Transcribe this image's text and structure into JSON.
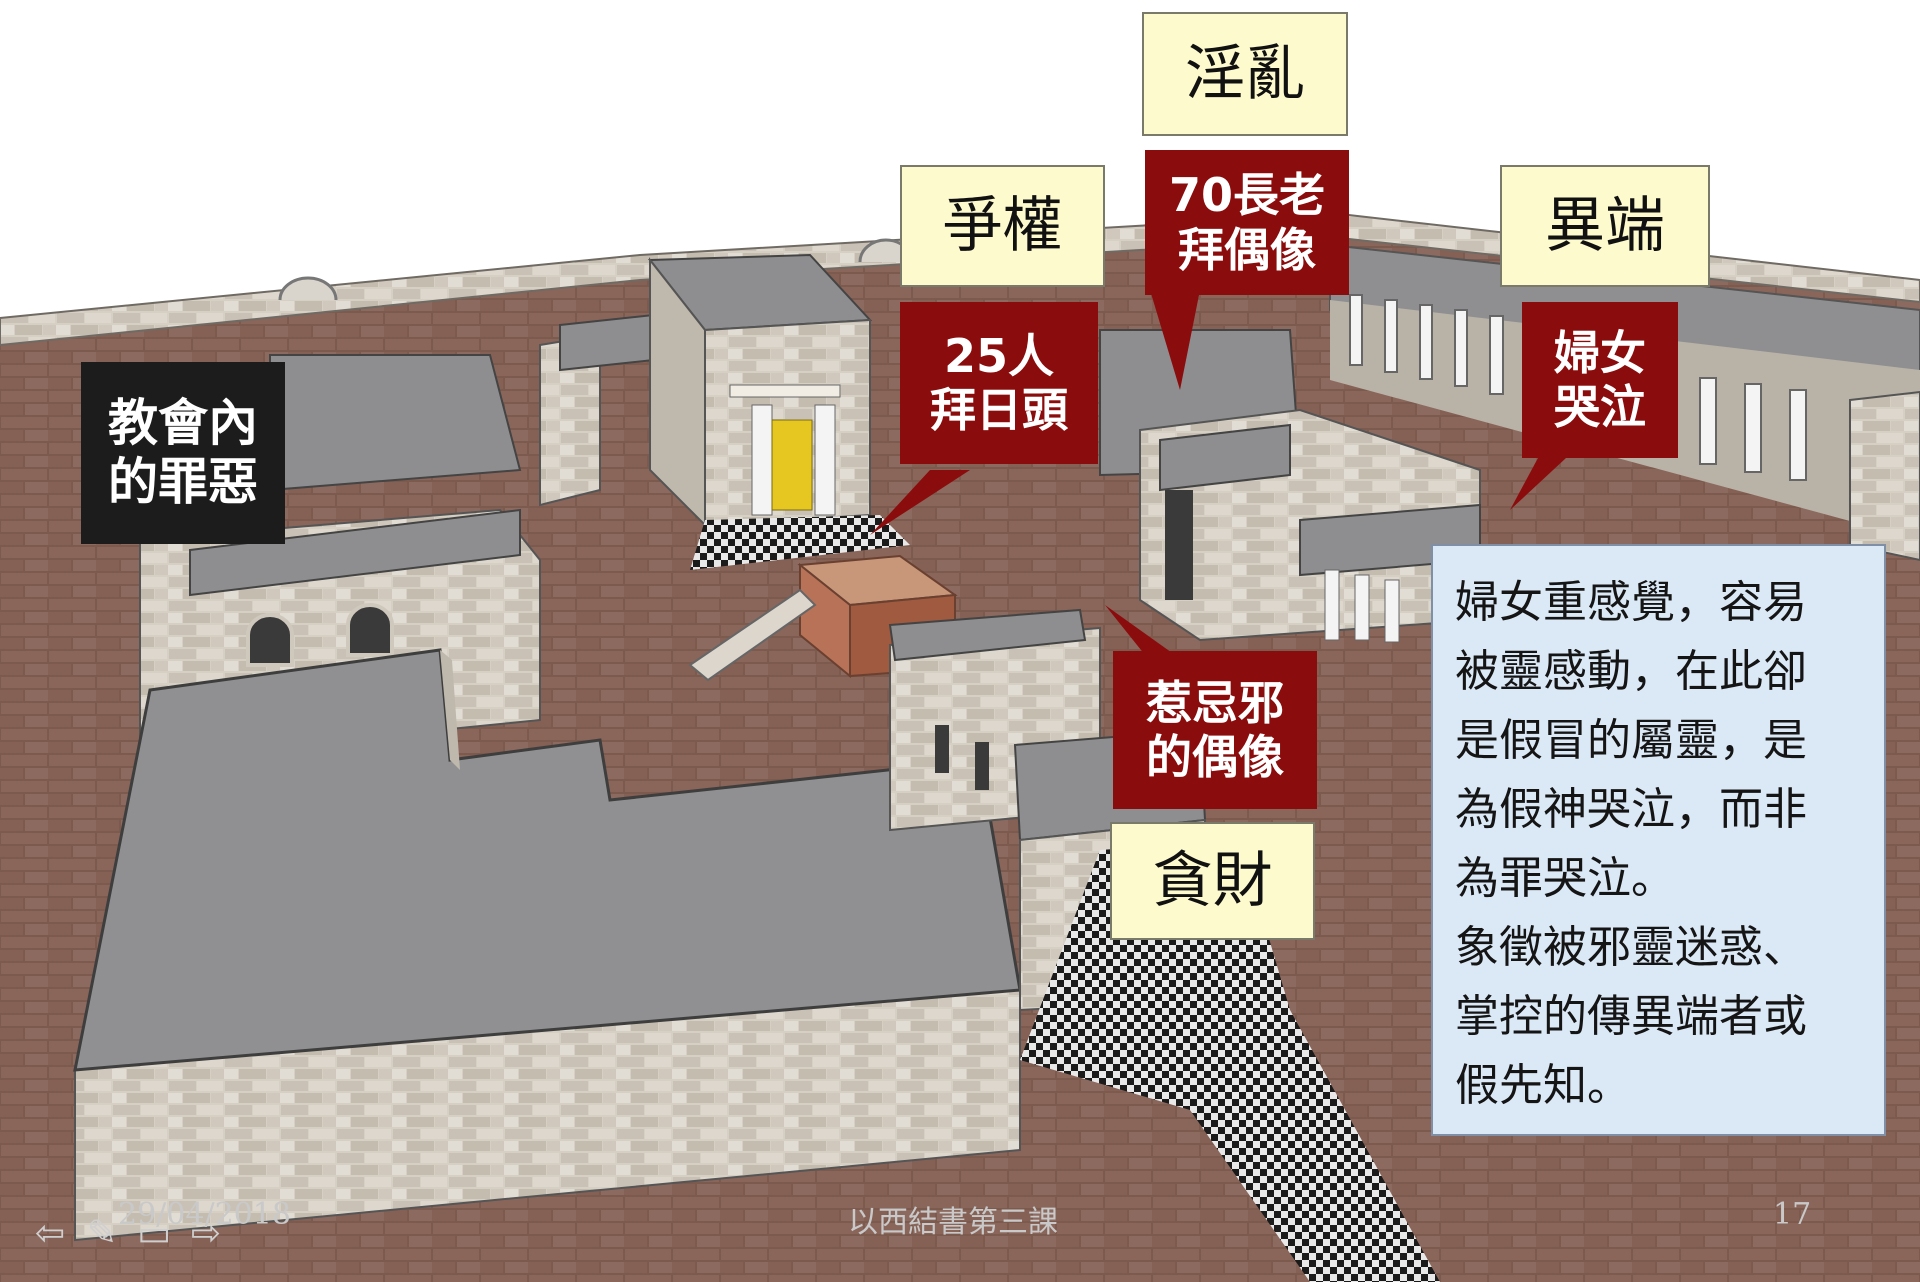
{
  "labels": {
    "church_sin": "教會內\n的罪惡",
    "fornication": "淫亂",
    "power_struggle": "爭權",
    "heresy": "異端",
    "elders_idols": "70長老\n拜偶像",
    "sun_worship": "25人\n拜日頭",
    "women_weeping": "婦女\n哭泣",
    "jealousy_idol": "惹忌邪\n的偶像",
    "greed": "貪財"
  },
  "note": {
    "text": "婦女重感覺，容易\n被靈感動，在此卻\n是假冒的屬靈，是\n為假神哭泣，而非\n為罪哭泣。\n象徵被邪靈迷惑、\n掌控的傳異端者或\n假先知。"
  },
  "footer": {
    "date": "29/04/2018",
    "title": "以西結書第三課",
    "page": "17"
  },
  "nav": {
    "prev": "⇦",
    "pen": "✎",
    "menu": "▭",
    "next": "⇨"
  },
  "colors": {
    "label_yellow": "#fdfacd",
    "label_red": "#8b0c0c",
    "label_dark": "#1c1c1c",
    "note_bg": "#dbe8f6",
    "floor": "#7d5a4e",
    "roof": "#8e8e90",
    "wall": "#d6cfc4"
  }
}
